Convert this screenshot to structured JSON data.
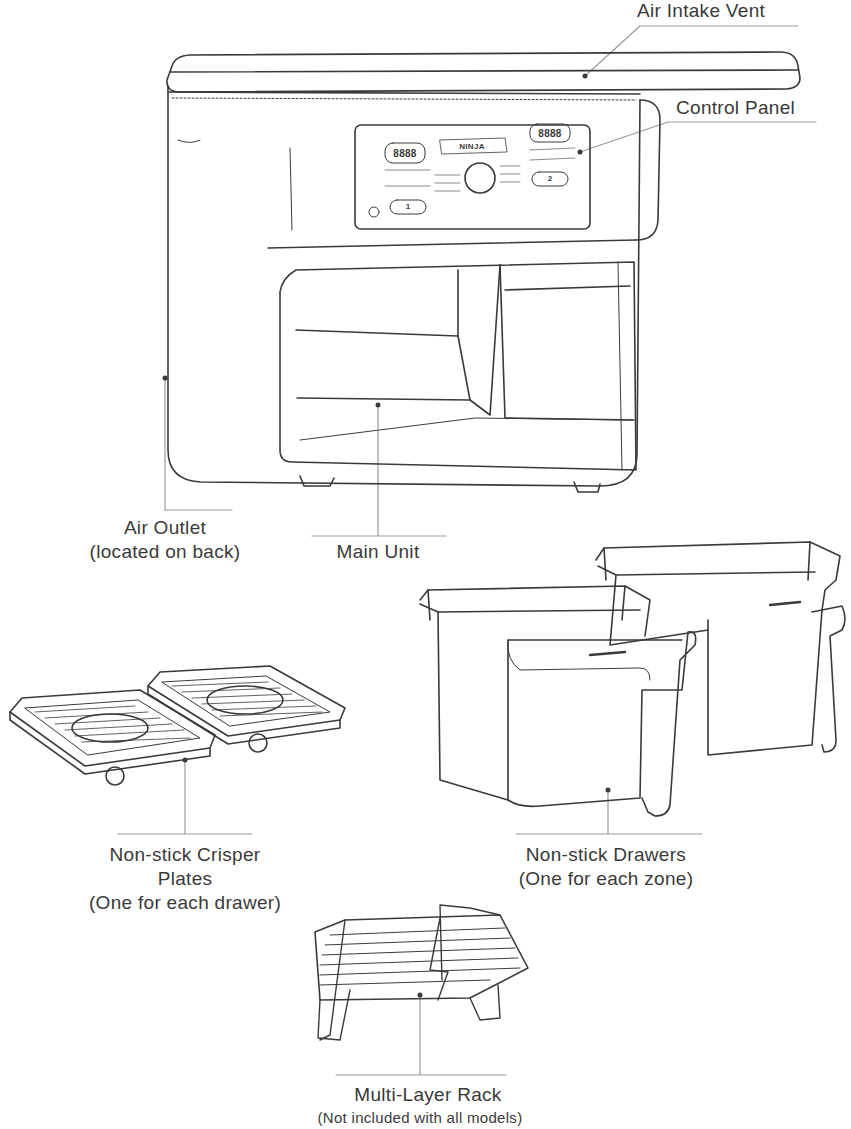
{
  "diagram": {
    "labels": [
      "Air Intake Vent",
      "Control Panel",
      "Air Outlet",
      "(located on back)",
      "Main Unit",
      "Non-stick Crisper Plates",
      "(One for each drawer)",
      "Non-stick Drawers",
      "(One for each zone)",
      "Multi-Layer Rack",
      "(Not included with all models)",
      "8888",
      "8888",
      "1",
      "2",
      "NINJA"
    ]
  }
}
